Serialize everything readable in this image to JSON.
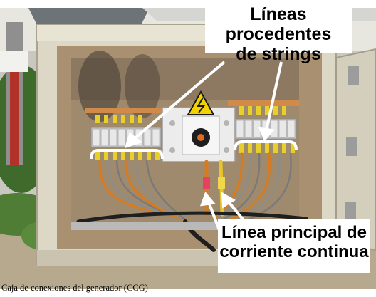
{
  "labels": {
    "strings_line1": "Líneas procedentes",
    "strings_line2": "de strings",
    "dc_line1": "Línea principal de",
    "dc_line2": "corriente continua"
  },
  "caption": "Caja de conexiones del generador (CCG)",
  "colors": {
    "cabinet": "#ddd8c6",
    "cabinet_shadow": "#b9b3a0",
    "backplate": "#a89070",
    "din_rail": "#c6c6c6",
    "fuse_yellow": "#e8d02a",
    "cable_orange": "#d87a1e",
    "warning_yellow": "#f4d200",
    "vegetation": "#3e6b2c",
    "ground": "#b6a98e"
  },
  "icons": [
    "high-voltage-warning-icon"
  ]
}
